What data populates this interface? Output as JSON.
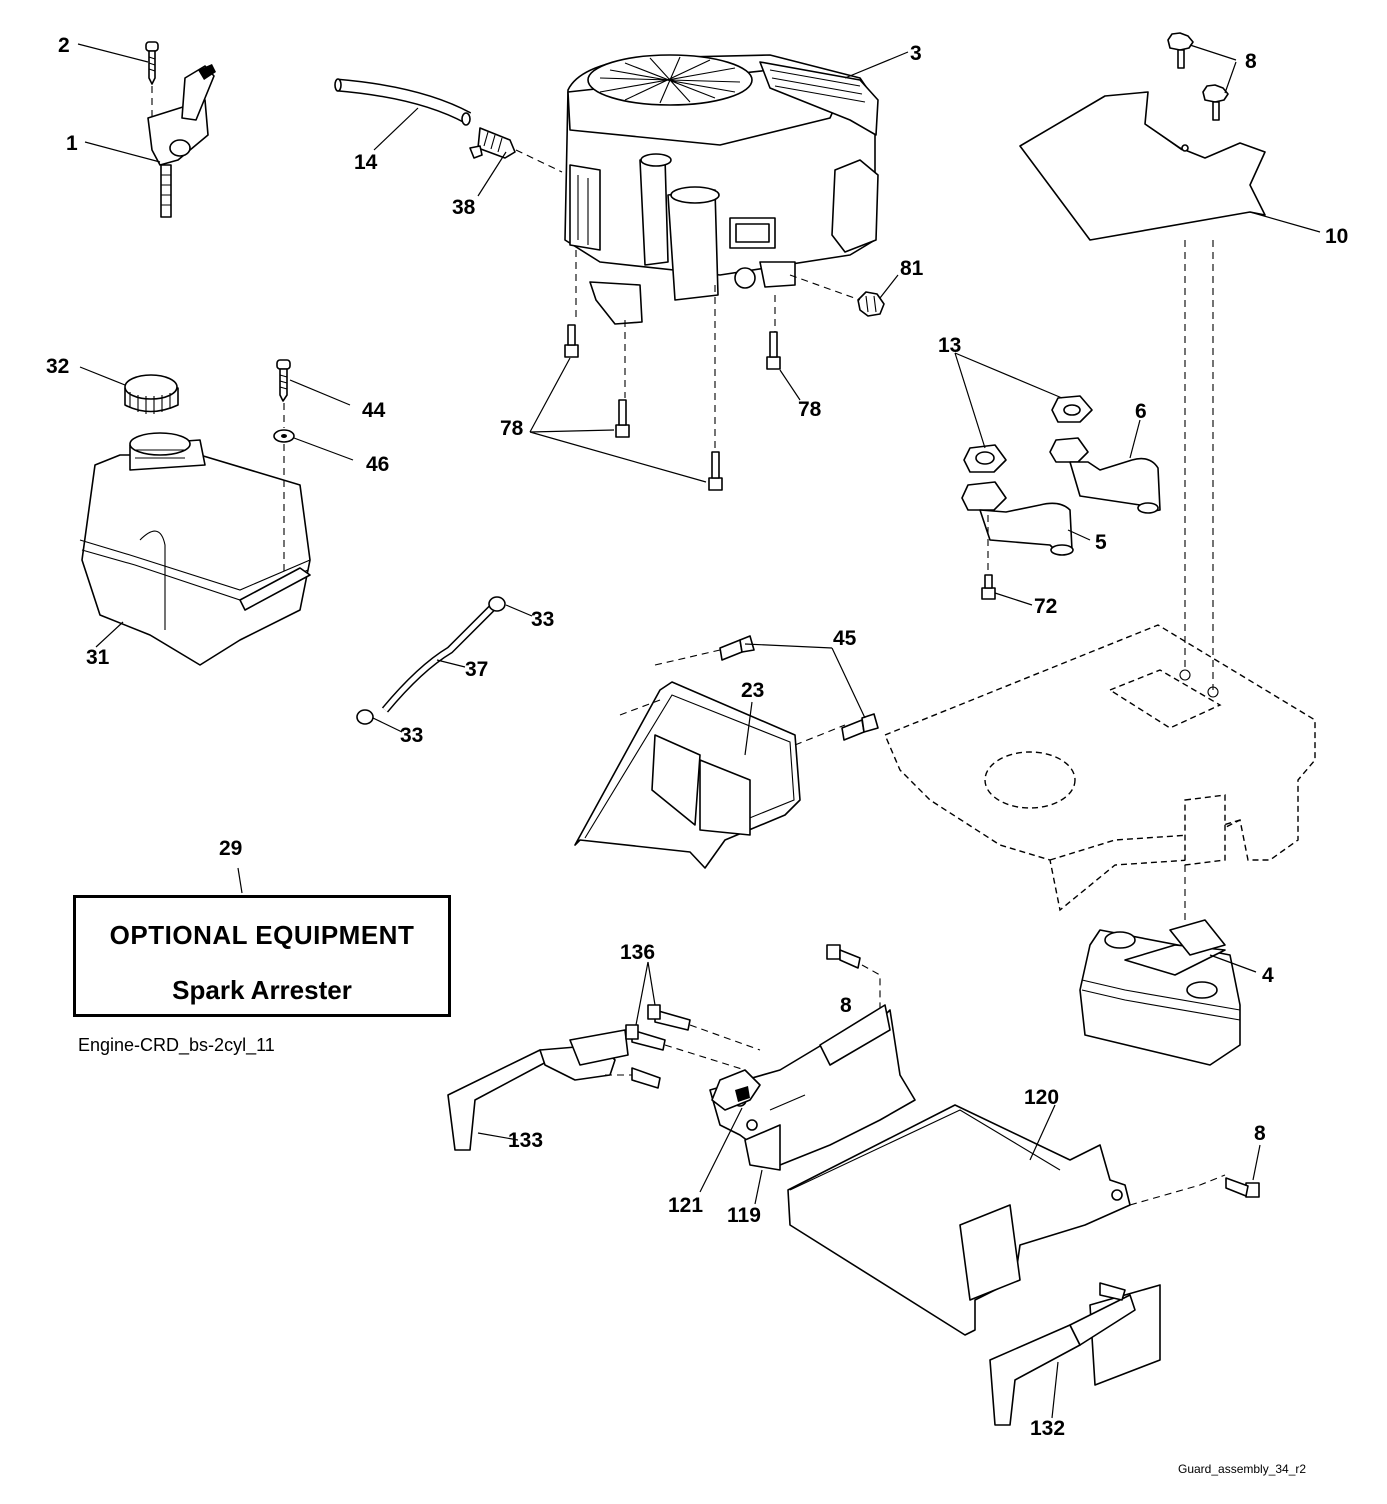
{
  "callouts": [
    {
      "id": "c1",
      "label": "1"
    },
    {
      "id": "c2",
      "label": "2"
    },
    {
      "id": "c3",
      "label": "3"
    },
    {
      "id": "c8a",
      "label": "8"
    },
    {
      "id": "c10",
      "label": "10"
    },
    {
      "id": "c14",
      "label": "14"
    },
    {
      "id": "c38",
      "label": "38"
    },
    {
      "id": "c81",
      "label": "81"
    },
    {
      "id": "c32",
      "label": "32"
    },
    {
      "id": "c44",
      "label": "44"
    },
    {
      "id": "c46",
      "label": "46"
    },
    {
      "id": "c78a",
      "label": "78"
    },
    {
      "id": "c78b",
      "label": "78"
    },
    {
      "id": "c13",
      "label": "13"
    },
    {
      "id": "c6",
      "label": "6"
    },
    {
      "id": "c5",
      "label": "5"
    },
    {
      "id": "c72",
      "label": "72"
    },
    {
      "id": "c31",
      "label": "31"
    },
    {
      "id": "c33a",
      "label": "33"
    },
    {
      "id": "c37",
      "label": "37"
    },
    {
      "id": "c33b",
      "label": "33"
    },
    {
      "id": "c45",
      "label": "45"
    },
    {
      "id": "c23",
      "label": "23"
    },
    {
      "id": "c29",
      "label": "29"
    },
    {
      "id": "c136",
      "label": "136"
    },
    {
      "id": "c8b",
      "label": "8"
    },
    {
      "id": "c4",
      "label": "4"
    },
    {
      "id": "c120",
      "label": "120"
    },
    {
      "id": "c8c",
      "label": "8"
    },
    {
      "id": "c133",
      "label": "133"
    },
    {
      "id": "c121",
      "label": "121"
    },
    {
      "id": "c119",
      "label": "119"
    },
    {
      "id": "c132",
      "label": "132"
    }
  ],
  "optional_box": {
    "title": "OPTIONAL EQUIPMENT",
    "subtitle": "Spark Arrester"
  },
  "diagram_id": "Engine-CRD_bs-2cyl_11",
  "sheet_id": "Guard_assembly_34_r2"
}
